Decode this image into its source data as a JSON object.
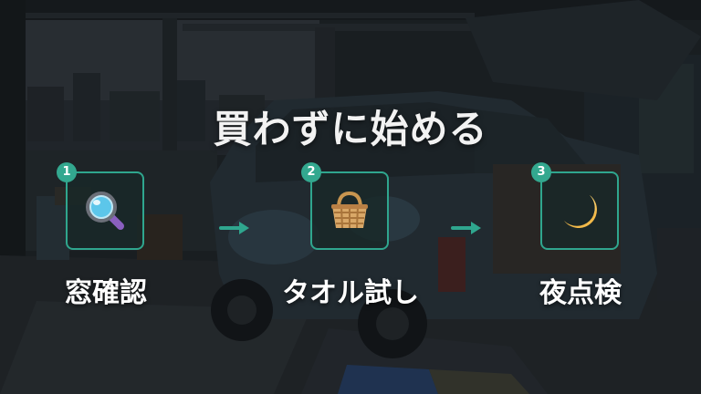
{
  "title": "買わずに始める",
  "steps": [
    {
      "number": "1",
      "icon": "magnifier-icon",
      "label": "窓確認"
    },
    {
      "number": "2",
      "icon": "basket-icon",
      "label": "タオル試し"
    },
    {
      "number": "3",
      "icon": "crescent-moon-icon",
      "label": "夜点検"
    }
  ],
  "colors": {
    "accent": "#2fa68e",
    "text": "#ffffff"
  }
}
